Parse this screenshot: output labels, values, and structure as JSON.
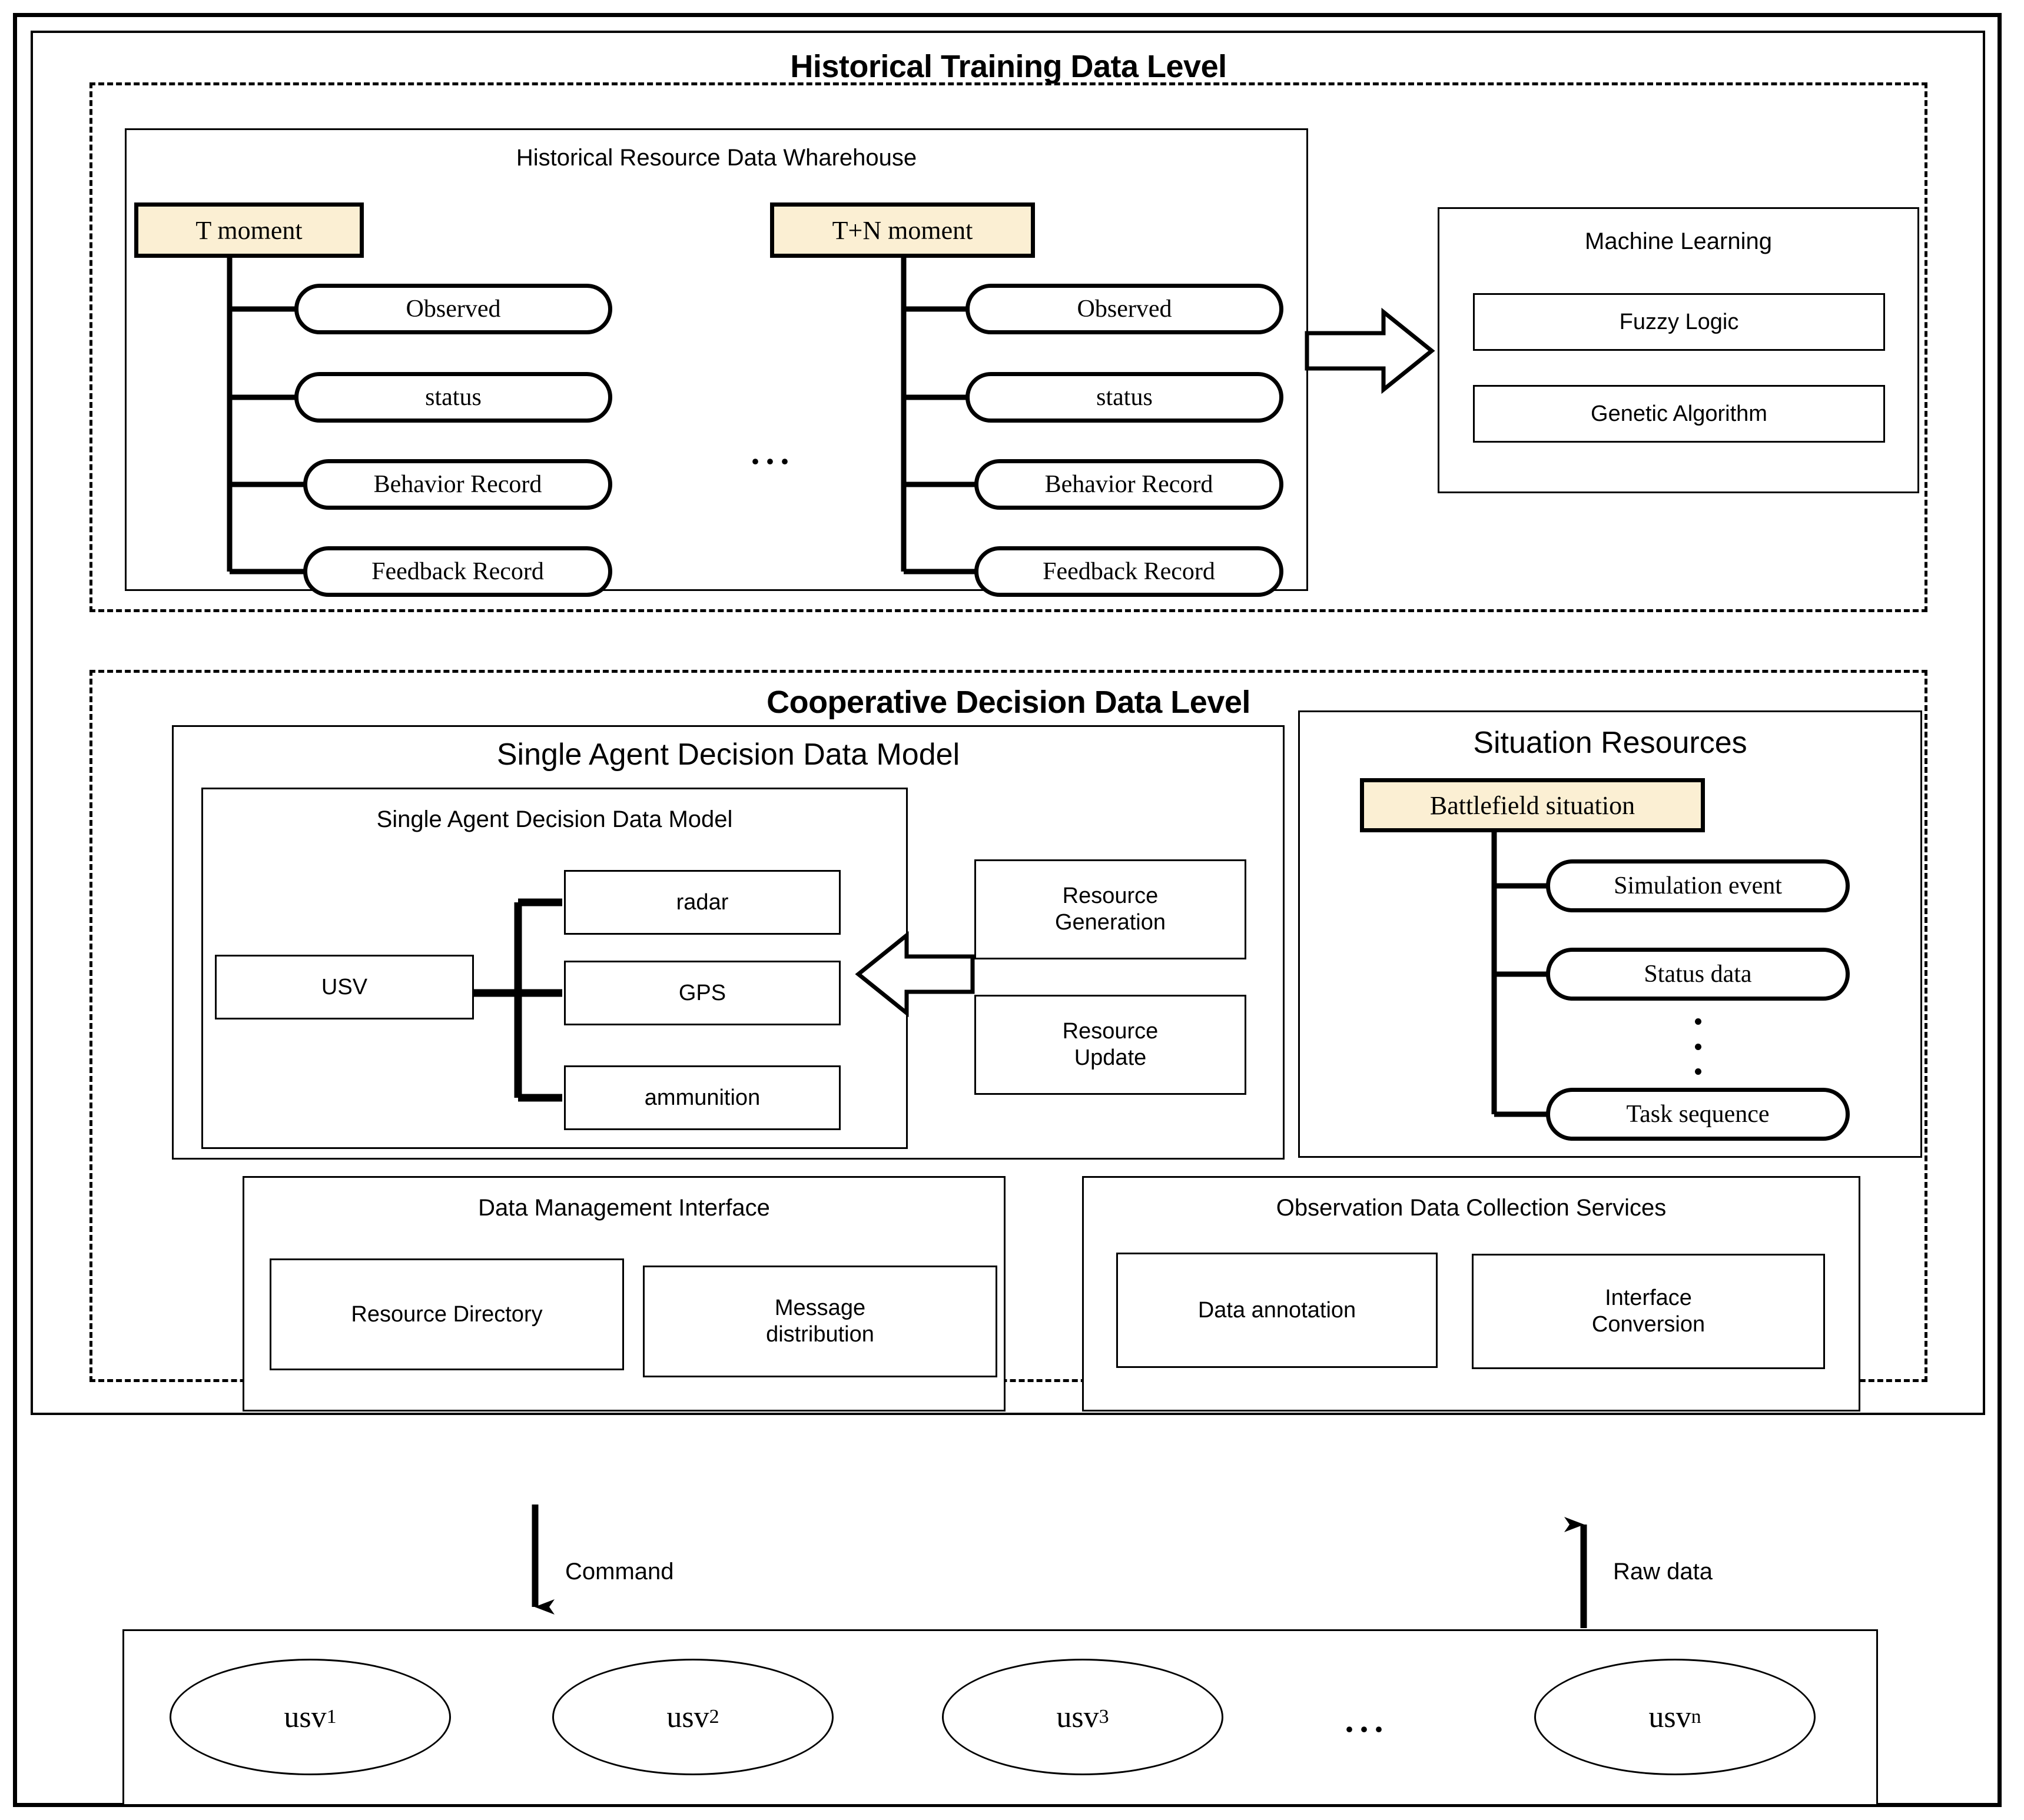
{
  "levels": {
    "historical": {
      "title": "Historical Training Data Level",
      "warehouse_title": "Historical Resource Data Wharehouse",
      "ellipsis": "...",
      "groups": [
        {
          "moment_label": "T moment",
          "children": [
            "Observed",
            "status",
            "Behavior Record",
            "Feedback Record"
          ]
        },
        {
          "moment_label": "T+N moment",
          "children": [
            "Observed",
            "status",
            "Behavior Record",
            "Feedback Record"
          ]
        }
      ],
      "machine_learning": {
        "title": "Machine Learning",
        "items": [
          "Fuzzy Logic",
          "Genetic Algorithm"
        ]
      }
    },
    "cooperative": {
      "title": "Cooperative Decision Data Level",
      "single_agent": {
        "outer_title": "Single Agent Decision Data Model",
        "inner_title": "Single Agent Decision Data Model",
        "root": "USV",
        "children": [
          "radar",
          "GPS",
          "ammunition"
        ],
        "resource_boxes": [
          "Resource\nGeneration",
          "Resource\nUpdate"
        ],
        "resource_generation_line1": "Resource",
        "resource_generation_line2": "Generation",
        "resource_update_line1": "Resource",
        "resource_update_line2": "Update"
      },
      "situation_resources": {
        "title": "Situation Resources",
        "root": "Battlefield situation",
        "children": [
          "Simulation event",
          "Status data",
          "Task sequence"
        ],
        "vertical_ellipsis": "⋮"
      },
      "data_management": {
        "title": "Data Management Interface",
        "items": [
          "Resource Directory",
          "Message\ndistribution"
        ],
        "item1": "Resource Directory",
        "item2_line1": "Message",
        "item2_line2": "distribution"
      },
      "observation_services": {
        "title": "Observation Data Collection Services",
        "items": [
          "Data annotation",
          "Interface\nConversion"
        ],
        "item1": "Data annotation",
        "item2_line1": "Interface",
        "item2_line2": "Conversion"
      }
    }
  },
  "flows": {
    "command_label": "Command",
    "rawdata_label": "Raw data"
  },
  "fleet": {
    "units": [
      {
        "base": "usv",
        "sub": "1"
      },
      {
        "base": "usv",
        "sub": "2"
      },
      {
        "base": "usv",
        "sub": "3"
      },
      {
        "base": "usv",
        "sub": "n"
      }
    ],
    "ellipsis": "..."
  },
  "colors": {
    "highlight": "#FBEFD3",
    "line": "#000000",
    "background": "#FFFFFF"
  }
}
